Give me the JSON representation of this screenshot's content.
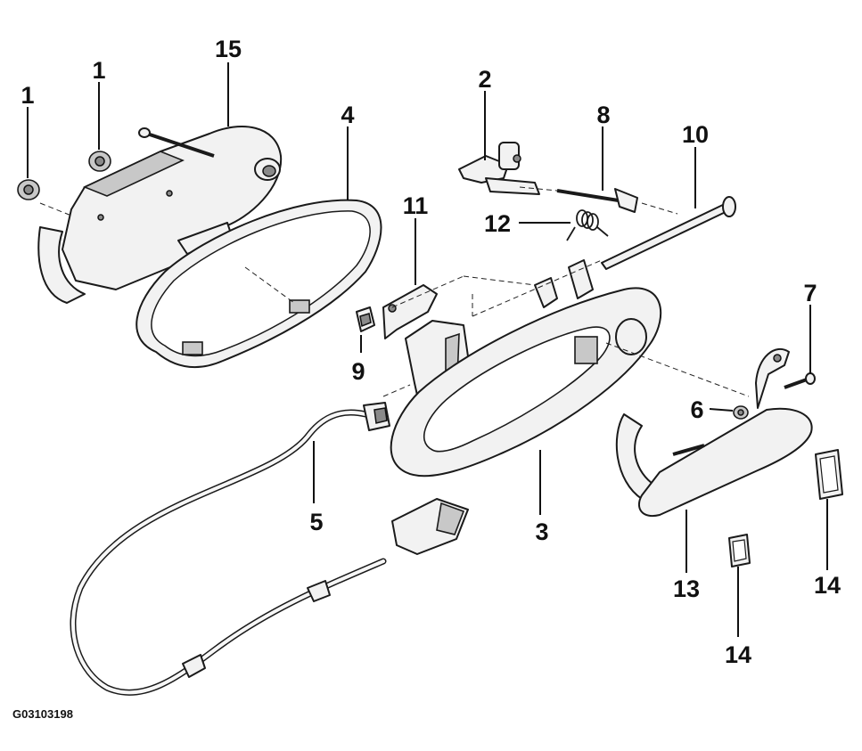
{
  "diagram_code": "G03103198",
  "callouts": [
    {
      "id": "c1a",
      "text": "1"
    },
    {
      "id": "c1b",
      "text": "1"
    },
    {
      "id": "c15",
      "text": "15"
    },
    {
      "id": "c4",
      "text": "4"
    },
    {
      "id": "c2",
      "text": "2"
    },
    {
      "id": "c8",
      "text": "8"
    },
    {
      "id": "c10",
      "text": "10"
    },
    {
      "id": "c11",
      "text": "11"
    },
    {
      "id": "c12",
      "text": "12"
    },
    {
      "id": "c7",
      "text": "7"
    },
    {
      "id": "c9",
      "text": "9"
    },
    {
      "id": "c6",
      "text": "6"
    },
    {
      "id": "c5",
      "text": "5"
    },
    {
      "id": "c3",
      "text": "3"
    },
    {
      "id": "c13",
      "text": "13"
    },
    {
      "id": "c14a",
      "text": "14"
    },
    {
      "id": "c14b",
      "text": "14"
    }
  ]
}
